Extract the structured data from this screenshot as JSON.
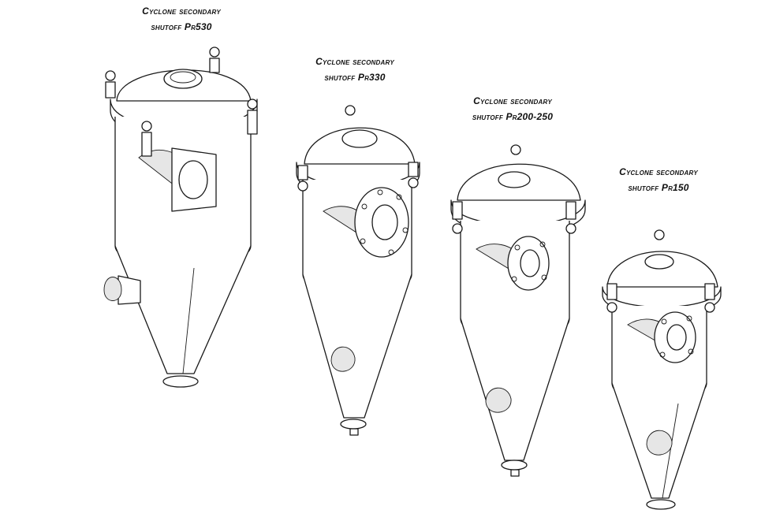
{
  "labels": [
    {
      "line1": "Cyclone secondary",
      "line2": "shutoff Pr530"
    },
    {
      "line1": "Cyclone secondary",
      "line2": "shutoff Pr330"
    },
    {
      "line1": "Cyclone secondary",
      "line2": "shutoff Pr200-250"
    },
    {
      "line1": "Cyclone secondary",
      "line2": "shutoff Pr150"
    }
  ],
  "colors": {
    "line": "#1a1a1a",
    "background": "#ffffff",
    "shade": "#e6e6e6"
  }
}
